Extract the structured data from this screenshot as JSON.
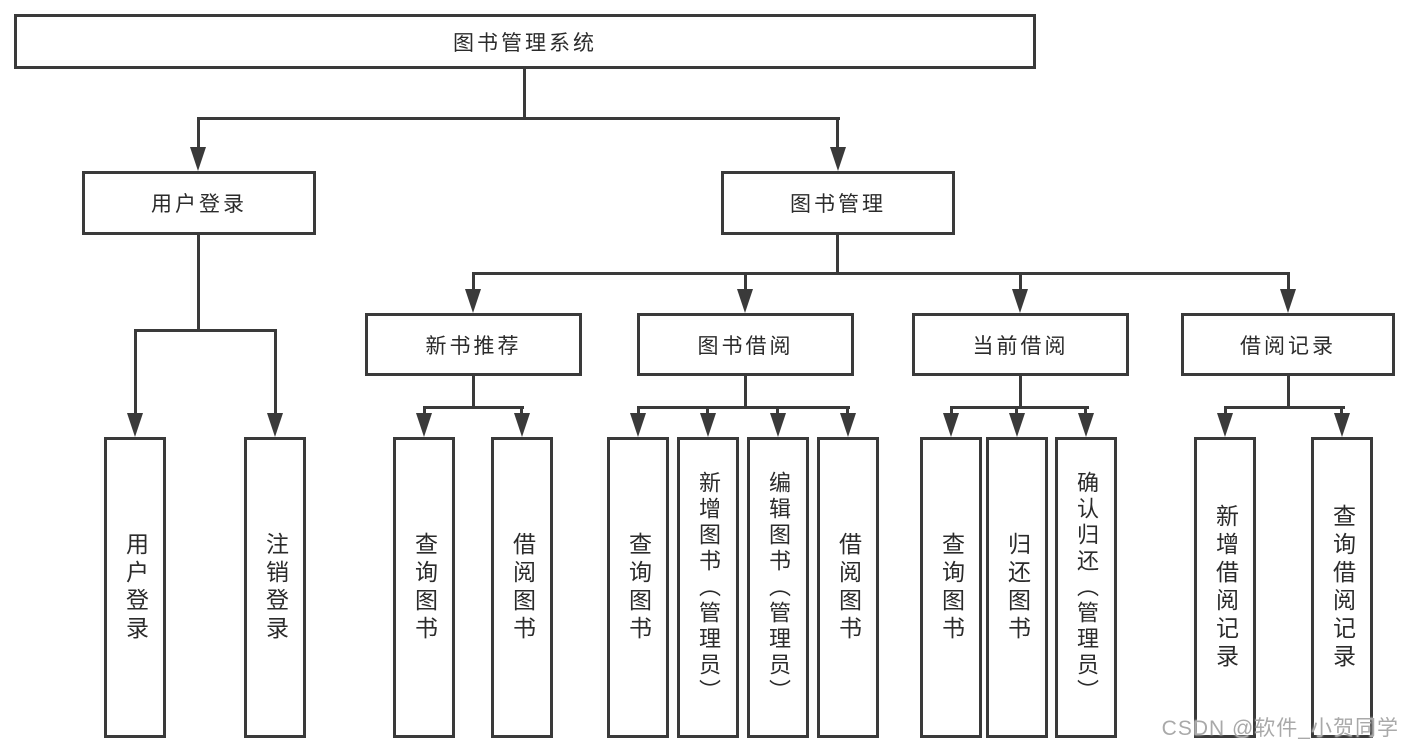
{
  "diagram": {
    "root": "图书管理系统",
    "branches": {
      "user_login": {
        "label": "用户登录",
        "children": [
          "用户登录",
          "注销登录"
        ]
      },
      "book_management": {
        "label": "图书管理",
        "sections": {
          "new_book": {
            "label": "新书推荐",
            "children": [
              "查询图书",
              "借阅图书"
            ]
          },
          "book_borrow": {
            "label": "图书借阅",
            "children": [
              "查询图书",
              "新增图书（管理员）",
              "编辑图书（管理员）",
              "借阅图书"
            ]
          },
          "current_borrow": {
            "label": "当前借阅",
            "children": [
              "查询图书",
              "归还图书",
              "确认归还（管理员）"
            ]
          },
          "borrow_record": {
            "label": "借阅记录",
            "children": [
              "新增借阅记录",
              "查询借阅记录"
            ]
          }
        }
      }
    }
  },
  "watermark": {
    "text": "CSDN @软件_小贺同学"
  },
  "colors": {
    "line": "#3a3a3a",
    "text": "#2b2b2b",
    "watermark": "#a9a9a9",
    "background": "#ffffff"
  }
}
